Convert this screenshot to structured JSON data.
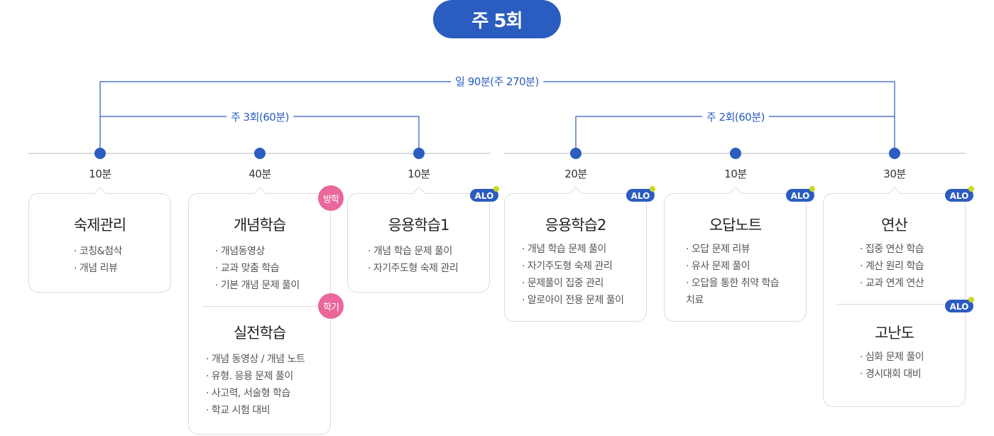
{
  "header": {
    "title": "주 5회"
  },
  "brackets": {
    "daily": "일 90분(주 270분)",
    "left": "주 3회(60분)",
    "right": "주 2회(60분)"
  },
  "badge_logo_text": "ALO",
  "colors": {
    "primary": "#2b5cbf",
    "badge": "#e9679b",
    "border": "#dcdcdc",
    "logo_accent": "#c8d820"
  },
  "steps": [
    {
      "minutes": "10분",
      "title": "숙제관리",
      "items": [
        "코칭&첨삭",
        "개념 리뷰"
      ]
    },
    {
      "minutes": "40분",
      "badge": "방학",
      "title": "개념학습",
      "items": [
        "개념동영상",
        "교과 맞춤 학습",
        "기본 개념 문제 풀이"
      ],
      "badge2": "학기",
      "title2": "실전학습",
      "items2": [
        "개념 동영상 / 개념 노트",
        "유형. 응용 문제 풀이",
        "사고력, 서술형 학습",
        "학교 시험 대비"
      ]
    },
    {
      "minutes": "10분",
      "title": "응용학습1",
      "items": [
        "개념 학습 문제 풀이",
        "자기주도형 숙제 관리"
      ]
    },
    {
      "minutes": "20분",
      "title": "응용학습2",
      "items": [
        "개념 학습 문제 풀이",
        "자기주도형 숙제 관리",
        "문제풀이 집중 관리",
        "알로아이 전용 문제 풀이"
      ]
    },
    {
      "minutes": "10분",
      "title": "오답노트",
      "items": [
        "오답 문제 리뷰",
        "유사 문제 풀이",
        "오답을 통한 취약 학습"
      ],
      "item_cont": "치료"
    },
    {
      "minutes": "30분",
      "title": "연산",
      "items": [
        "집중 연산 학습",
        "계산 원리 학습",
        "교과 연계 연산"
      ],
      "title2": "고난도",
      "items2": [
        "심화 문제 풀이",
        "경시대회 대비"
      ]
    }
  ]
}
